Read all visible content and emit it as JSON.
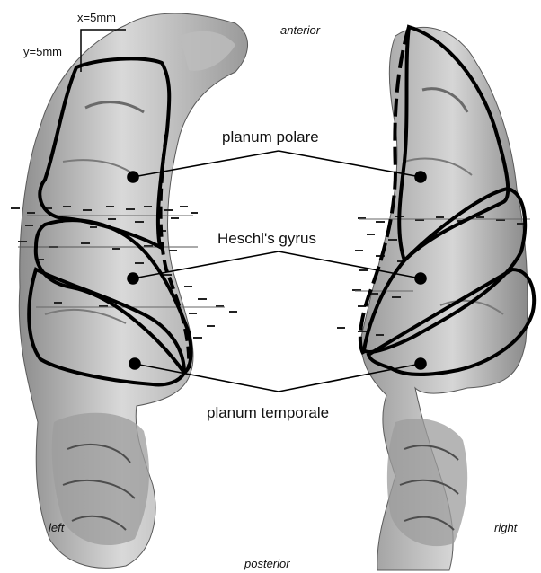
{
  "scale_bar": {
    "x_label": "x=5mm",
    "y_label": "y=5mm"
  },
  "orientation": {
    "anterior": "anterior",
    "posterior": "posterior",
    "left": "left",
    "right": "right"
  },
  "regions": [
    {
      "id": "planum-polare",
      "label": "planum polare"
    },
    {
      "id": "heschls-gyrus",
      "label": "Heschl's gyrus"
    },
    {
      "id": "planum-temporale",
      "label": "planum temporale"
    }
  ],
  "colors": {
    "surface_light": "#d8d8d8",
    "surface_mid": "#a9a9a9",
    "surface_dark": "#6e6e6e",
    "outline": "#000000"
  }
}
